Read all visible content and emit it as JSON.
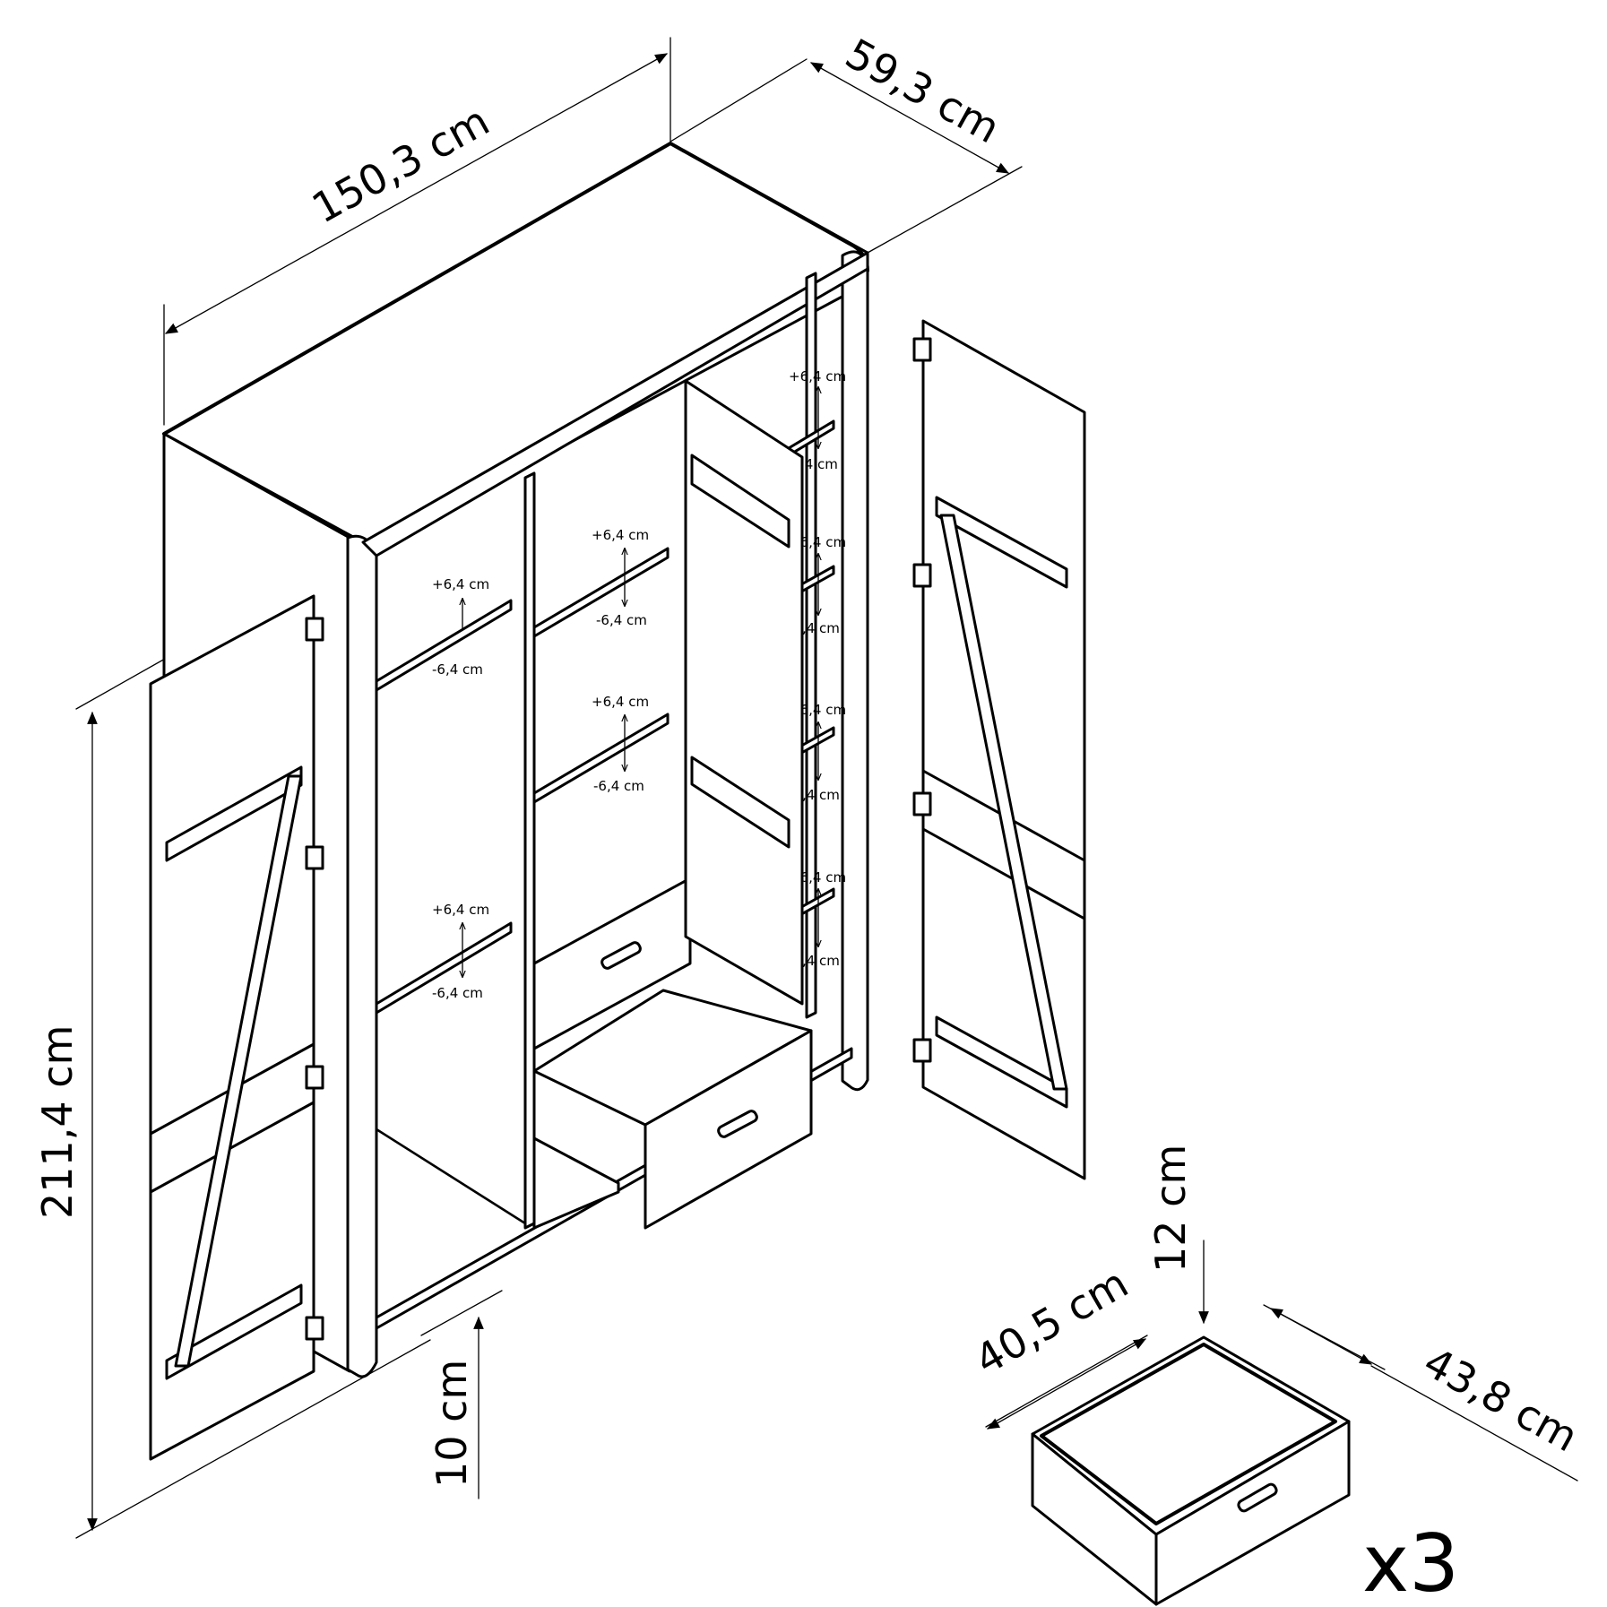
{
  "dimensions": {
    "width": "150,3 cm",
    "depth": "59,3 cm",
    "height": "211,4 cm",
    "leg_height": "10 cm",
    "drawer_height": "12 cm",
    "drawer_width": "40,5 cm",
    "drawer_depth": "43,8 cm"
  },
  "shelf_adjust": {
    "up": "+6,4 cm",
    "down": "-6,4 cm"
  },
  "drawer_count": "x3"
}
